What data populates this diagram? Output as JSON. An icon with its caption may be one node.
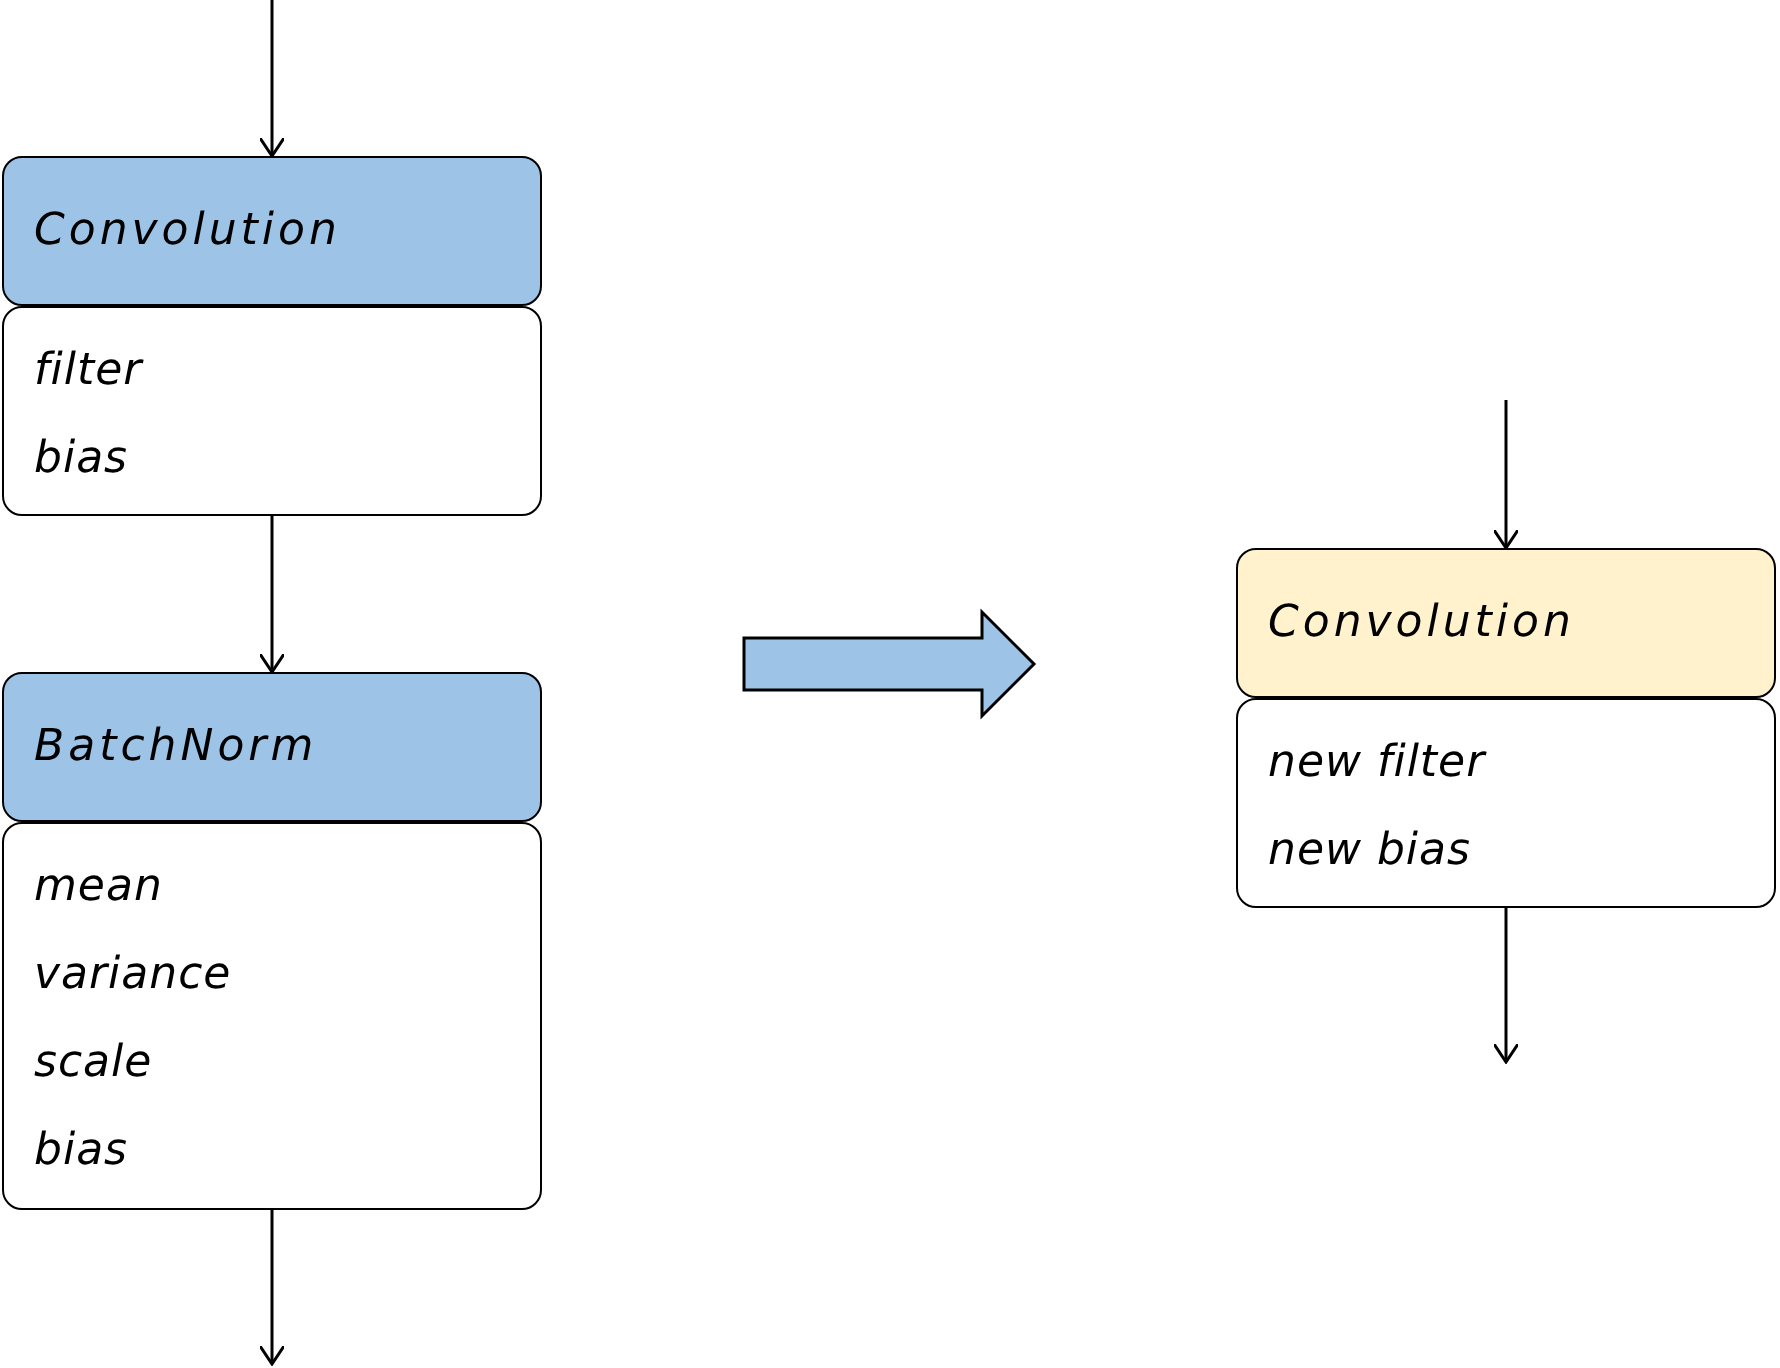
{
  "diagram": {
    "nodes": [
      {
        "text": [
          "Convolution"
        ]
      },
      {
        "text": [
          "filter",
          "bias"
        ]
      },
      {
        "text": [
          "BatchNorm"
        ]
      },
      {
        "text": [
          "mean",
          "variance",
          "scale",
          "bias"
        ]
      },
      {
        "text": [
          "Convolution"
        ]
      },
      {
        "text": [
          "new filter",
          "new bias"
        ]
      }
    ],
    "edges": [
      {
        "from": null,
        "to": 0,
        "arrow": "to"
      },
      {
        "from": 1,
        "to": 2,
        "arrow": "to"
      },
      {
        "from": 3,
        "to": null,
        "arrow": "to"
      },
      {
        "from": 2,
        "to": 4,
        "arrow": "to",
        "style": "thick",
        "color": "#9dc3e6"
      },
      {
        "from": null,
        "to": 4,
        "arrow": "to"
      },
      {
        "from": 5,
        "to": null,
        "arrow": "to"
      }
    ]
  }
}
